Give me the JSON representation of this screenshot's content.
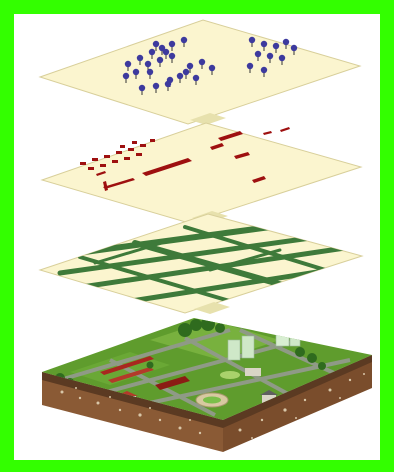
{
  "figure": {
    "layers": [
      {
        "id": "points",
        "icon": "pin-icon"
      },
      {
        "id": "polygons",
        "icon": "building-icon"
      },
      {
        "id": "lines",
        "icon": "road-icon"
      },
      {
        "id": "terrain",
        "icon": "terrain-icon"
      }
    ]
  },
  "colors": {
    "frame": "#33ff00",
    "sheet": "#fbf5cf",
    "sheet_edge": "#d8cf9a",
    "pin": "#3d3a9e",
    "building": "#9e1010",
    "road": "#3e7a3a",
    "grass": "#5f9c2d",
    "soil": "#8a5a35"
  }
}
